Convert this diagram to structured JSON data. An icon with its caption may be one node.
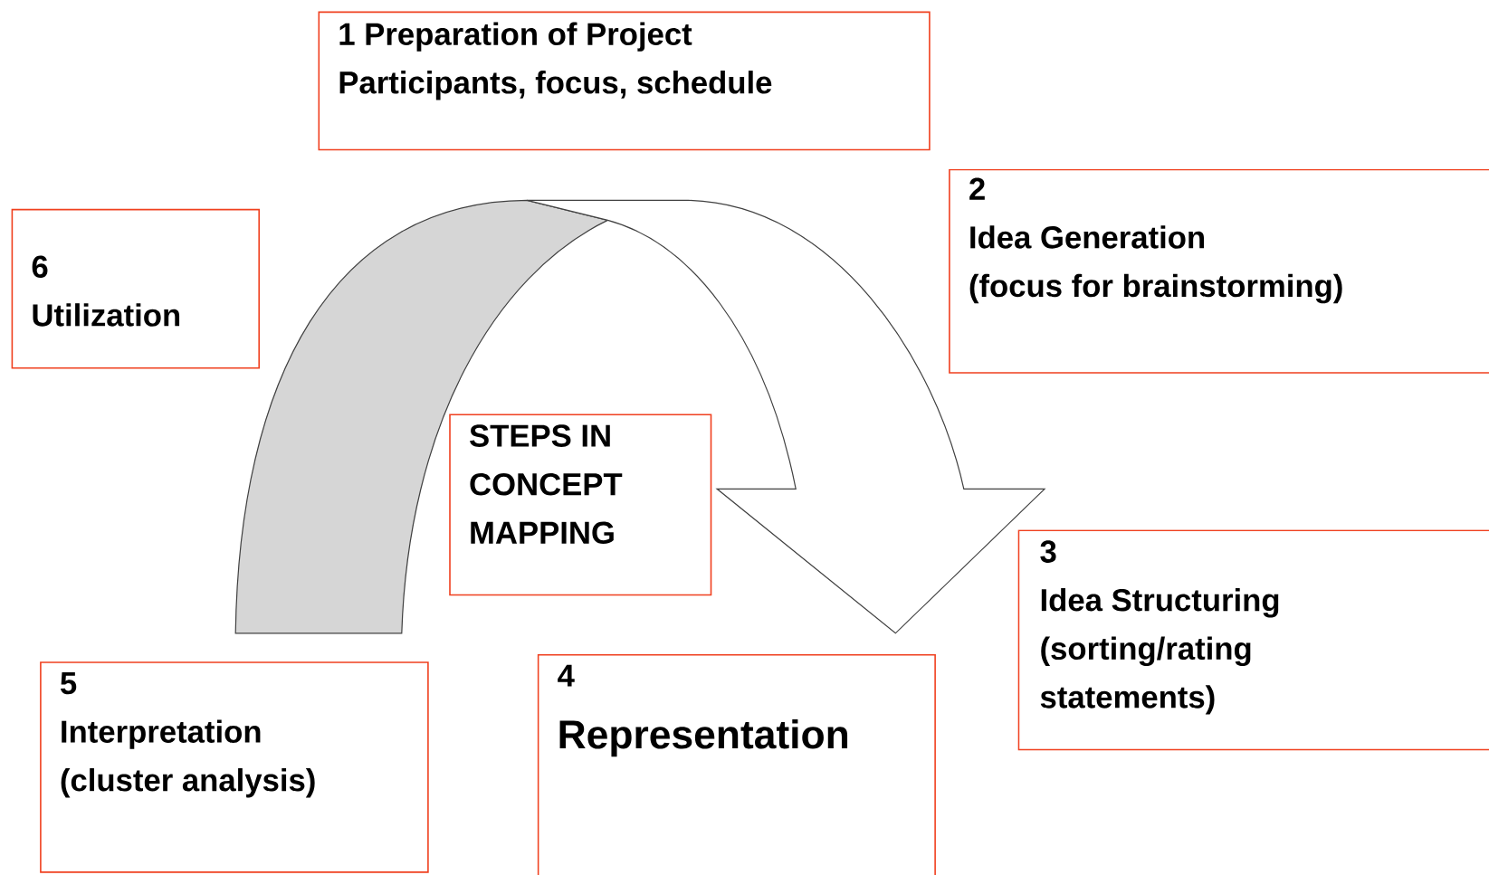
{
  "diagram": {
    "nodes": [
      {
        "text": [
          "1  Preparation of Project",
          "Participants, focus, schedule"
        ]
      },
      {
        "text": [
          "2",
          "Idea Generation",
          "(focus for brainstorming)"
        ]
      },
      {
        "text": [
          "3",
          "Idea Structuring",
          "(sorting/rating statements)"
        ]
      },
      {
        "text": [
          "4",
          "Representation"
        ]
      },
      {
        "text": [
          "5",
          "Interpretation",
          "(cluster analysis)"
        ]
      },
      {
        "text": [
          "6",
          "Utilization"
        ]
      },
      {
        "text": [
          "STEPS IN CONCEPT MAPPING"
        ]
      }
    ]
  }
}
